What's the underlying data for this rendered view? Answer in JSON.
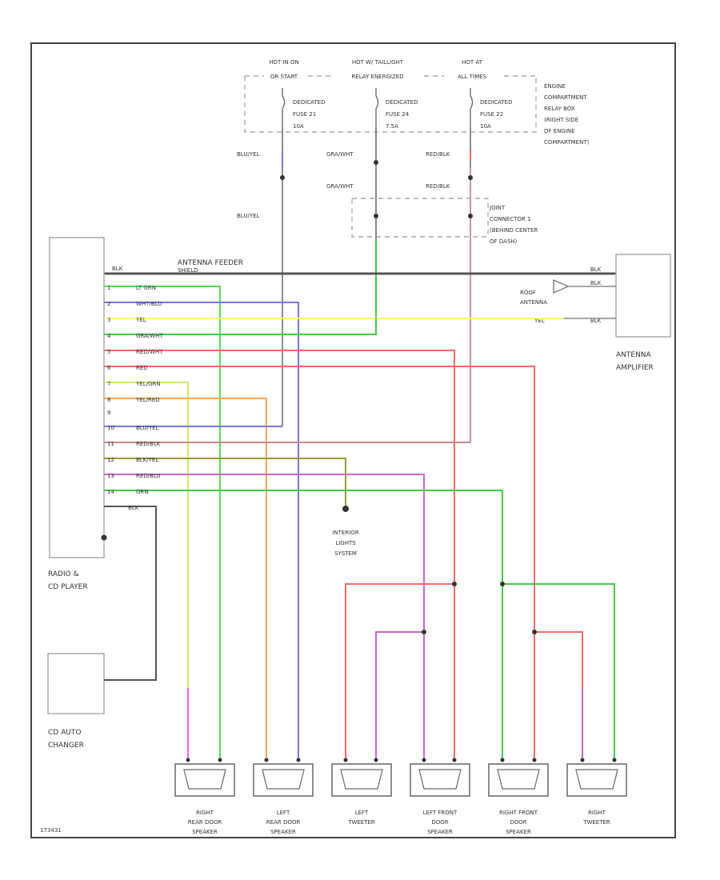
{
  "colors": {
    "frame": "#444444",
    "box": "#aaaaaa",
    "dash": "#999999",
    "feeder": "#555555",
    "wire_gray": "#8c8c8c",
    "lt_grn": "#55dd55",
    "blu": "#7777ee",
    "yel": "#ffff77",
    "grn": "#44cc44",
    "red": "#ff6666",
    "pink": "#ff9999",
    "orange": "#ffaa55",
    "purple": "#cc66cc",
    "olive": "#999933"
  },
  "fuses": [
    {
      "hot": "HOT IN ON",
      "relay": "OR START",
      "name": "DEDICATED",
      "fuse": "FUSE 21",
      "amps": "10A"
    },
    {
      "hot": "HOT W/ TAILLIGHT",
      "relay": "RELAY ENERGIZED",
      "name": "DEDICATED",
      "fuse": "FUSE 24",
      "amps": "7.5A"
    },
    {
      "hot": "HOT AT",
      "relay": "ALL TIMES",
      "name": "DEDICATED",
      "fuse": "FUSE 22",
      "amps": "10A"
    }
  ],
  "relay_box": [
    "ENGINE",
    "COMPARTMENT",
    "RELAY BOX",
    "(RIGHT SIDE",
    "OF ENGINE",
    "COMPARTMENT)"
  ],
  "joint_connector": [
    "JOINT",
    "CONNECTOR 1",
    "(BEHIND CENTER",
    "OF DASH)"
  ],
  "wires_top": {
    "blu_yel_1": "BLU/YEL",
    "blu_yel_2": "BLU/YEL",
    "gra_wht_1": "GRA/WHT",
    "gra_wht_2": "GRA/WHT",
    "red_blk_1": "RED/BLK",
    "red_blk_2": "RED/BLK"
  },
  "feeder": {
    "label": "ANTENNA FEEDER",
    "blk": "BLK",
    "shield": "SHIELD"
  },
  "radio": {
    "line1": "RADIO &",
    "line2": "CD PLAYER"
  },
  "changer": {
    "line1": "CD AUTO",
    "line2": "CHANGER"
  },
  "antenna_amp": {
    "line1": "ANTENNA",
    "line2": "AMPLIFIER"
  },
  "roof_antenna": {
    "line1": "ROOF",
    "line2": "ANTENNA"
  },
  "interior_lights": [
    "INTERIOR",
    "LIGHTS",
    "SYSTEM"
  ],
  "radio_wires": [
    {
      "pin": "1",
      "label": "LT GRN"
    },
    {
      "pin": "2",
      "label": "WHT/BLU"
    },
    {
      "pin": "3",
      "label": "YEL"
    },
    {
      "pin": "4",
      "label": "GRA/WHT"
    },
    {
      "pin": "5",
      "label": "RED/WHT"
    },
    {
      "pin": "6",
      "label": "RED"
    },
    {
      "pin": "7",
      "label": "YEL/GRN"
    },
    {
      "pin": "8",
      "label": "YEL/RED"
    },
    {
      "pin": "9",
      "label": ""
    },
    {
      "pin": "10",
      "label": "BLU/YEL"
    },
    {
      "pin": "11",
      "label": "RED/BLK"
    },
    {
      "pin": "12",
      "label": "BLK/YEL"
    },
    {
      "pin": "13",
      "label": "RED/BLU"
    },
    {
      "pin": "14",
      "label": "GRN"
    },
    {
      "pin": "",
      "label": "BLK"
    }
  ],
  "amp_pins": [
    "BLK",
    "BLK",
    "YEL",
    "BLK"
  ],
  "speakers": [
    {
      "line1": "RIGHT",
      "line2": "REAR DOOR",
      "line3": "SPEAKER"
    },
    {
      "line1": "LEFT",
      "line2": "REAR DOOR",
      "line3": "SPEAKER"
    },
    {
      "line1": "LEFT",
      "line2": "TWEETER",
      "line3": ""
    },
    {
      "line1": "LEFT FRONT",
      "line2": "DOOR",
      "line3": "SPEAKER"
    },
    {
      "line1": "RIGHT FRONT",
      "line2": "DOOR",
      "line3": "SPEAKER"
    },
    {
      "line1": "RIGHT",
      "line2": "TWEETER",
      "line3": ""
    }
  ],
  "code": "173431"
}
